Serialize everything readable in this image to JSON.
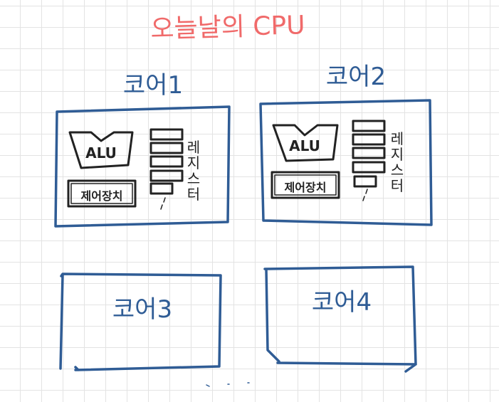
{
  "title": "오늘날의 CPU",
  "cores": [
    {
      "label": "코어1",
      "alu": "ALU",
      "control_unit": "제어장치",
      "register_chars": [
        "레",
        "지",
        "스",
        "터"
      ]
    },
    {
      "label": "코어2",
      "alu": "ALU",
      "control_unit": "제어장치",
      "register_chars": [
        "레",
        "지",
        "스",
        "터"
      ]
    },
    {
      "label": "코어3"
    },
    {
      "label": "코어4"
    }
  ],
  "colors": {
    "title": "#f06a6a",
    "core_border": "#2f5c95",
    "ink": "#222222",
    "grid": "#e3e3e3"
  }
}
